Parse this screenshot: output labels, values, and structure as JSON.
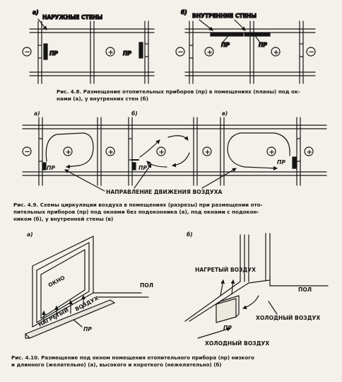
{
  "fig48": {
    "panel_a": {
      "letter": "а)",
      "walls": "НАРУЖНЫЕ СТЕНЫ",
      "pr": "ПР"
    },
    "panel_b": {
      "letter": "б)",
      "walls": "ВНУТРЕННИЕ СТЕНЫ",
      "pr": "ПР"
    },
    "caption_line1": "Рис. 4.8. Размещение отопительных приборов (пр) в помещениях (планы) под ок-",
    "caption_line2": "нами (а), у внутренних стен (б)"
  },
  "fig49": {
    "panel_a": {
      "letter": "а)",
      "pr": "ПР"
    },
    "panel_b": {
      "letter": "б)",
      "pr": "ПР"
    },
    "panel_c": {
      "letter": "в)",
      "pr": "ПР"
    },
    "air_direction": "НАПРАВЛЕНИЕ ДВИЖЕНИЯ ВОЗДУХА",
    "caption_line1": "Рис. 4.9. Схемы циркуляции воздуха в помещениях (разрезы) при размещении ото-",
    "caption_line2": "пительных приборов (пр) под окнами без подоконника (а), под окнами с подокон-",
    "caption_line3": "ником (б), у внутренней стены (в)"
  },
  "fig410": {
    "panel_a": {
      "letter": "а)",
      "window": "ОКНО",
      "heated": "НАГРЕТЫЙ",
      "air": "ВОЗДУХ",
      "pr": "ПР",
      "floor": "ПОЛ"
    },
    "panel_b": {
      "letter": "б)",
      "heated": "НАГРЕТЫЙ ВОЗДУХ",
      "floor": "ПОЛ",
      "cold1": "ХОЛОДНЫЙ ВОЗДУХ",
      "pr": "ПР",
      "cold2": "ХОЛОДНЫЙ ВОЗДУХ"
    },
    "caption_line1": "Рис. 4.10. Размещение под окном помещения отопительного прибора (пр) низкого",
    "caption_line2": "и длинного (желательно) (а), высокого и короткого (нежелательно) (б)"
  },
  "symbols": {
    "plus": "+",
    "minus": "−"
  },
  "colors": {
    "paper": "#f3f1ea",
    "ink": "#151515"
  }
}
